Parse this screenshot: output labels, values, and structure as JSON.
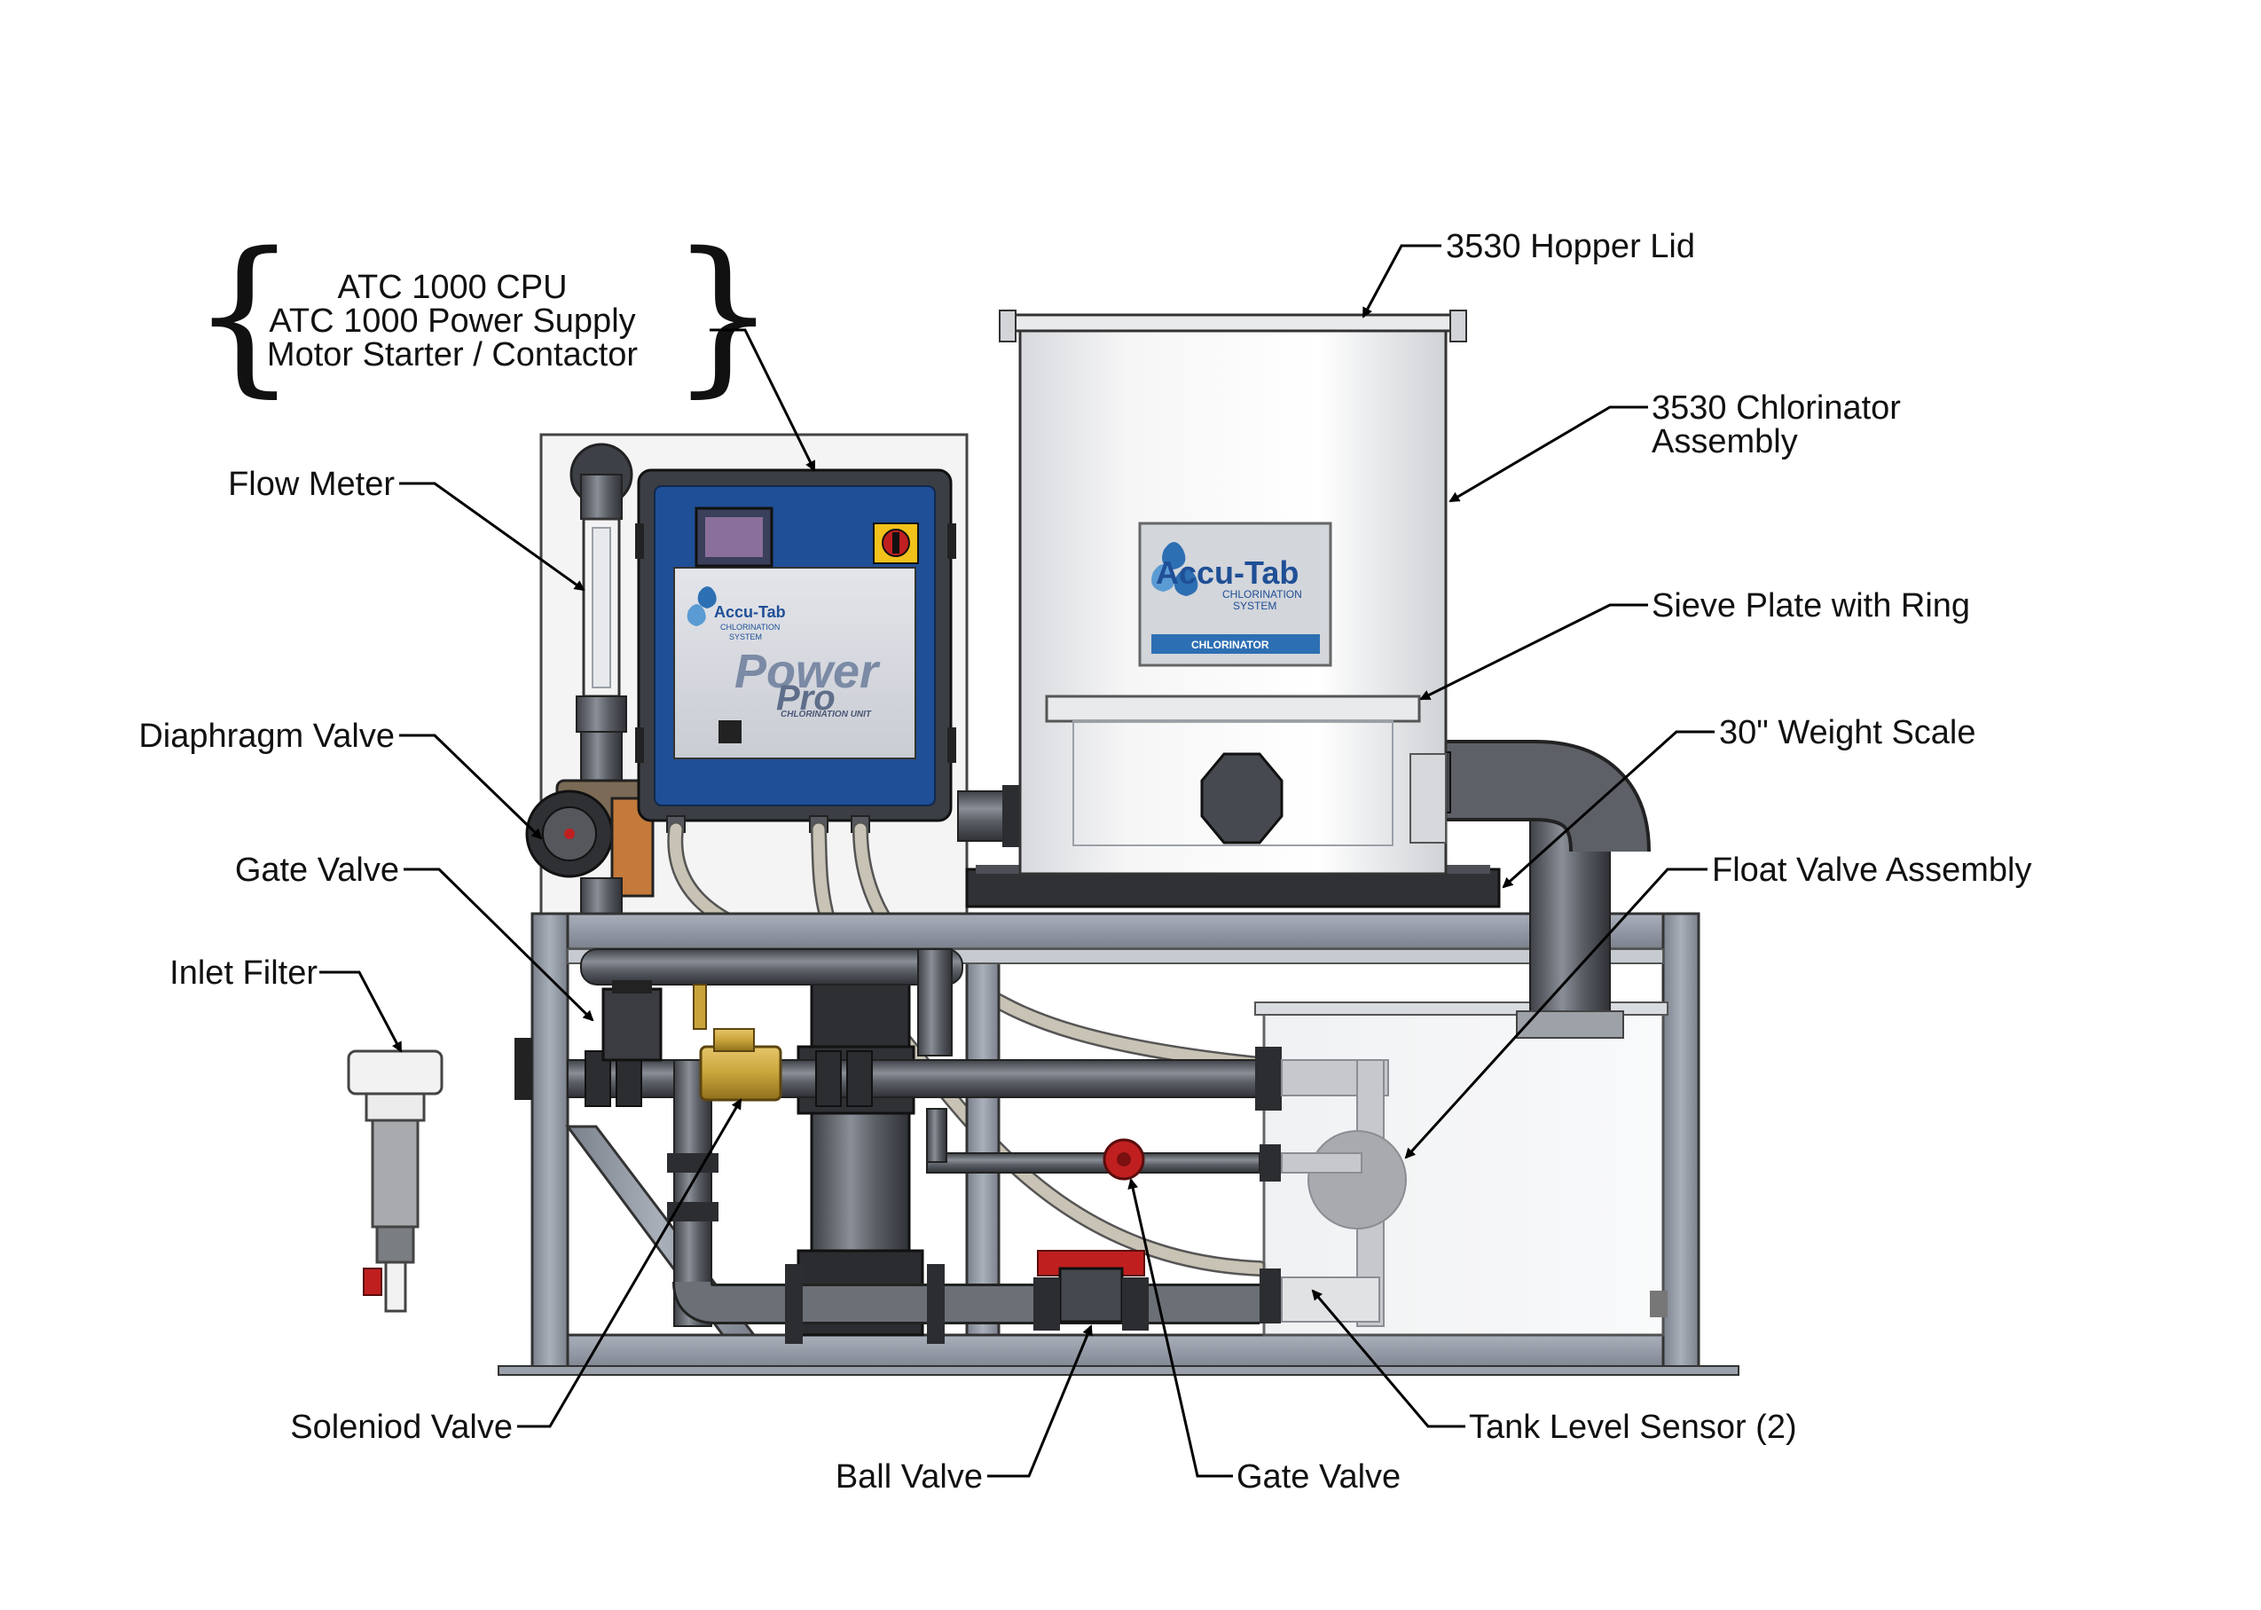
{
  "control_group": {
    "lines": [
      "ATC 1000 CPU",
      "ATC 1000 Power Supply",
      "Motor Starter / Contactor"
    ]
  },
  "labels": {
    "hopper_lid": "3530 Hopper Lid",
    "chlorinator_line1": "3530 Chlorinator",
    "chlorinator_line2": "Assembly",
    "sieve_plate": "Sieve Plate with Ring",
    "weight_scale": "30\" Weight Scale",
    "float_valve": "Float Valve Assembly",
    "flow_meter": "Flow Meter",
    "diaphragm_valve": "Diaphragm Valve",
    "gate_valve_left": "Gate Valve",
    "inlet_filter": "Inlet Filter",
    "solenoid_valve": "Soleniod Valve",
    "ball_valve": "Ball Valve",
    "gate_valve_bottom": "Gate Valve",
    "tank_level_sensor": "Tank Level Sensor (2)"
  },
  "control_panel": {
    "brand": "Accu-Tab",
    "brand_sub1": "CHLORINATION",
    "brand_sub2": "SYSTEM",
    "product_line1": "Power",
    "product_line2": "Pro",
    "product_sub": "CHLORINATION UNIT"
  },
  "hopper_badge": {
    "brand": "Accu-Tab",
    "brand_sub1": "CHLORINATION",
    "brand_sub2": "SYSTEM",
    "footer": "CHLORINATOR"
  },
  "colors": {
    "panel_blue": "#1f4f96",
    "pipe_gray": "#5c5f66",
    "frame_gray": "#8f96a3",
    "brass": "#c9a43b",
    "valve_red": "#c01f1f"
  }
}
